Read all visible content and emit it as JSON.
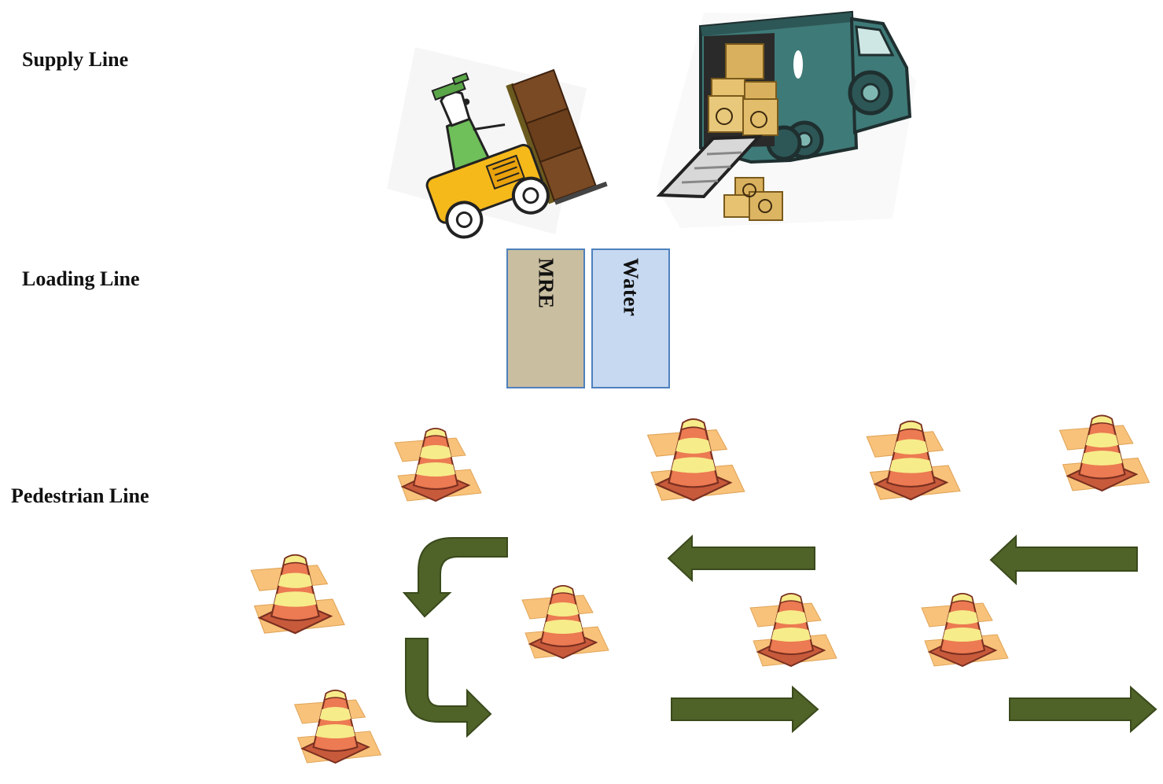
{
  "rows": {
    "supply_label": "Supply Line",
    "loading_label": "Loading Line",
    "pedestrian_label": "Pedestrian Line"
  },
  "stations": {
    "mre": "MRE",
    "water": "Water"
  },
  "colors": {
    "arrow": "#4f6228",
    "mre_fill": "#c9bea0",
    "water_fill": "#c6d9f1",
    "station_border": "#4f81bd",
    "cone_orange": "#e8714a",
    "cone_stripe": "#f7ec8a",
    "pad": "#f8c27a",
    "truck": "#3e7a78",
    "forklift": "#f6b91a",
    "box": "#d9b15e"
  },
  "icons": {
    "forklift": "forklift-clipart",
    "truck": "delivery-truck-clipart",
    "cone": "traffic-cone-icon",
    "arrow": "flow-arrow"
  }
}
